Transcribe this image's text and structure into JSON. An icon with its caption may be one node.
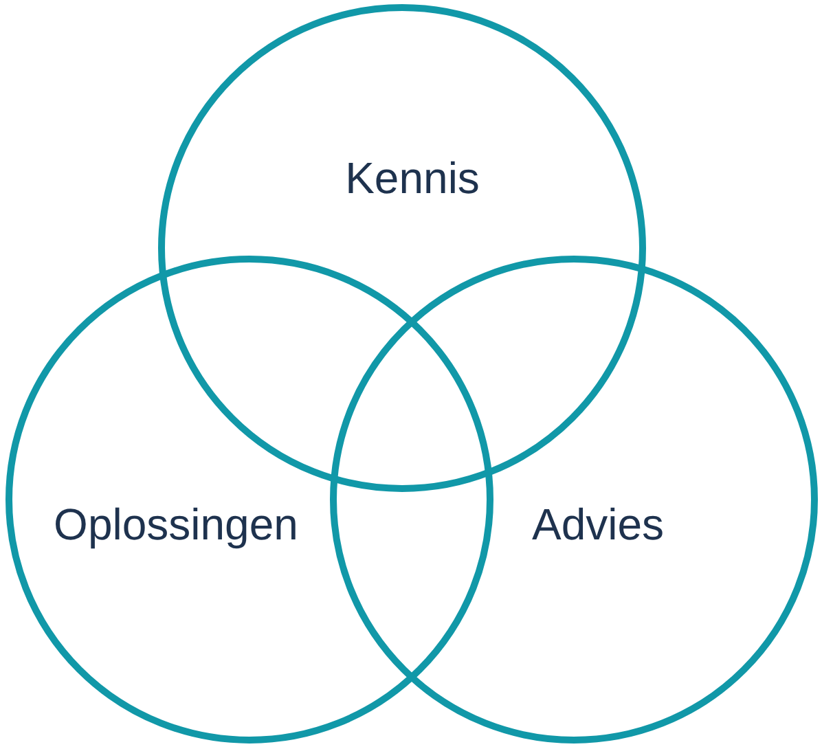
{
  "diagram": {
    "nodes": [
      {
        "text": [
          "Kennis"
        ]
      },
      {
        "text": [
          "Oplossingen"
        ]
      },
      {
        "text": [
          "Advies"
        ]
      }
    ]
  }
}
